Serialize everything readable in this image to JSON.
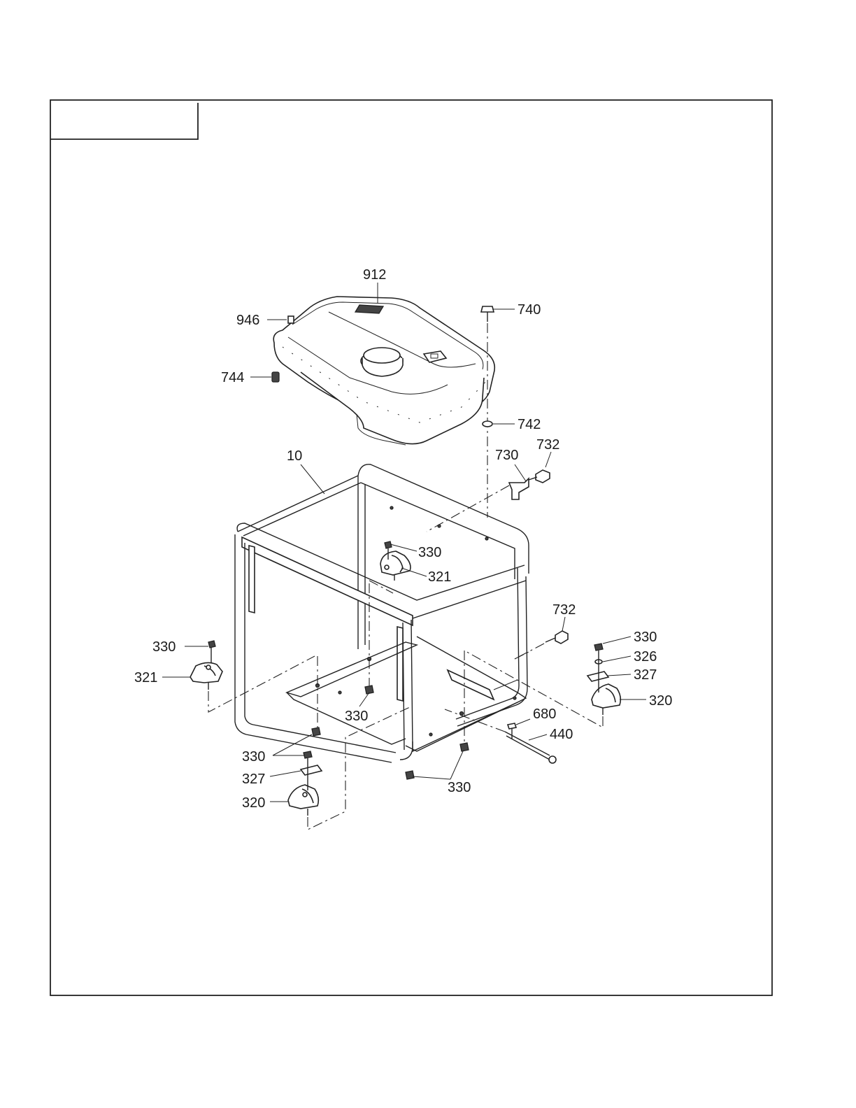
{
  "diagram": {
    "title_box_text": "",
    "callouts": {
      "p912": "912",
      "p946": "946",
      "p744": "744",
      "p740": "740",
      "p742": "742",
      "p10": "10",
      "p730": "730",
      "p732_top": "732",
      "p330_mid": "330",
      "p321_mid": "321",
      "p732_right": "732",
      "p330_left": "330",
      "p321_left": "321",
      "p330_center": "330",
      "p330_right": "330",
      "p326": "326",
      "p327_right": "327",
      "p320_right": "320",
      "p680": "680",
      "p440": "440",
      "p330_lower_left": "330",
      "p327_left": "327",
      "p320_left": "320",
      "p330_bottom": "330"
    },
    "icons": {
      "fuel_tank": "fuel-tank-icon",
      "frame": "frame-icon",
      "mount": "rubber-mount-icon",
      "nut": "nut-icon",
      "bolt": "bolt-icon"
    }
  }
}
